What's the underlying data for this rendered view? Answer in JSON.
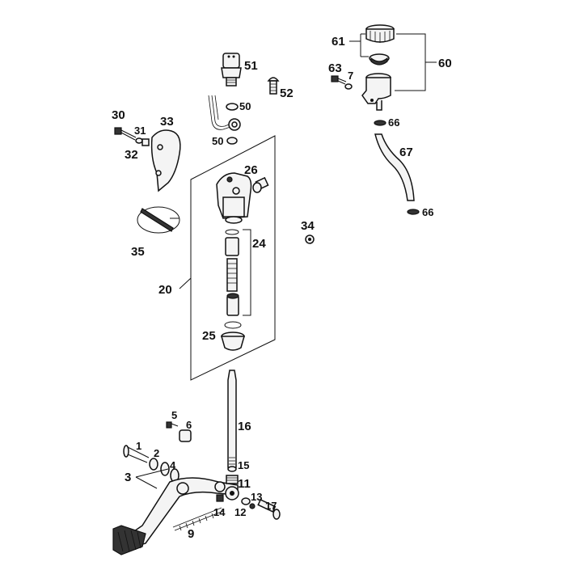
{
  "diagram": {
    "callouts": [
      {
        "id": "l-61",
        "text": "61"
      },
      {
        "id": "l-60",
        "text": "60"
      },
      {
        "id": "l-63",
        "text": "63"
      },
      {
        "id": "l-7",
        "text": "7"
      },
      {
        "id": "l-66a",
        "text": "66"
      },
      {
        "id": "l-67",
        "text": "67"
      },
      {
        "id": "l-66b",
        "text": "66"
      },
      {
        "id": "l-51",
        "text": "51"
      },
      {
        "id": "l-52",
        "text": "52"
      },
      {
        "id": "l-50a",
        "text": "50"
      },
      {
        "id": "l-50b",
        "text": "50"
      },
      {
        "id": "l-30",
        "text": "30"
      },
      {
        "id": "l-31",
        "text": "31"
      },
      {
        "id": "l-32",
        "text": "32"
      },
      {
        "id": "l-33",
        "text": "33"
      },
      {
        "id": "l-26",
        "text": "26"
      },
      {
        "id": "l-34",
        "text": "34"
      },
      {
        "id": "l-24",
        "text": "24"
      },
      {
        "id": "l-35",
        "text": "35"
      },
      {
        "id": "l-20",
        "text": "20"
      },
      {
        "id": "l-25",
        "text": "25"
      },
      {
        "id": "l-16",
        "text": "16"
      },
      {
        "id": "l-5",
        "text": "5"
      },
      {
        "id": "l-6",
        "text": "6"
      },
      {
        "id": "l-1",
        "text": "1"
      },
      {
        "id": "l-2",
        "text": "2"
      },
      {
        "id": "l-4",
        "text": "4"
      },
      {
        "id": "l-3",
        "text": "3"
      },
      {
        "id": "l-15",
        "text": "15"
      },
      {
        "id": "l-11",
        "text": "11"
      },
      {
        "id": "l-13",
        "text": "13"
      },
      {
        "id": "l-14",
        "text": "14"
      },
      {
        "id": "l-12",
        "text": "12"
      },
      {
        "id": "l-17",
        "text": "17"
      },
      {
        "id": "l-9",
        "text": "9"
      }
    ]
  }
}
